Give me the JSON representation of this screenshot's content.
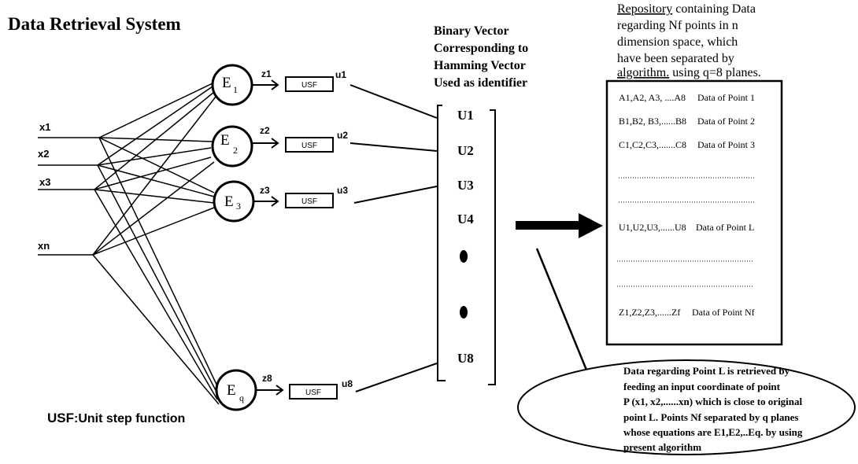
{
  "title": "Data Retrieval System",
  "inputs": [
    "x1",
    "x2",
    "x3",
    "xn"
  ],
  "neurons": [
    {
      "main": "E",
      "sub": "1"
    },
    {
      "main": "E",
      "sub": "2"
    },
    {
      "main": "E",
      "sub": "3"
    },
    {
      "main": "E",
      "sub": "q"
    }
  ],
  "z_labels": [
    "z1",
    "z2",
    "z3",
    "z8"
  ],
  "usf_label": "USF",
  "u_labels": [
    "u1",
    "u2",
    "u3",
    "u8"
  ],
  "vector_heading": [
    "Binary Vector",
    "Corresponding to",
    "Hamming Vector",
    "Used as identifier"
  ],
  "vector_items": [
    "U1",
    "U2",
    "U3",
    "U4",
    "U8"
  ],
  "repo_heading": {
    "underlined": "Repository",
    "line1_rest": " containing Data",
    "line2": "regarding Nf points in n",
    "line3": "dimension space, which",
    "line4": "have been separated by",
    "line5_underlined": "algorithm.",
    "line5_rest": " using q=8 planes."
  },
  "repo_rows": [
    {
      "key": "A1,A2, A3, ....A8",
      "value": "Data of Point 1"
    },
    {
      "key": "B1,B2, B3,......B8",
      "value": "Data of Point 2"
    },
    {
      "key": "C1,C2,C3,.......C8",
      "value": "Data  of Point 3"
    },
    {
      "key": "U1,U2,U3,......U8",
      "value": "Data of Point L"
    },
    {
      "key": "Z1,Z2,Z3,......Zf",
      "value": "Data of Point Nf"
    }
  ],
  "legend": {
    "prefix": "USF",
    "rest": ":Unit step function"
  },
  "note_lines": [
    "Data regarding Point L is retrieved by",
    "feeding an input coordinate of point",
    " P (x1, x2,......xn) which is close to original",
    "point L. Points Nf separated by q planes",
    "whose equations are E1,E2,..Eq. by using",
    "present algorithm"
  ]
}
